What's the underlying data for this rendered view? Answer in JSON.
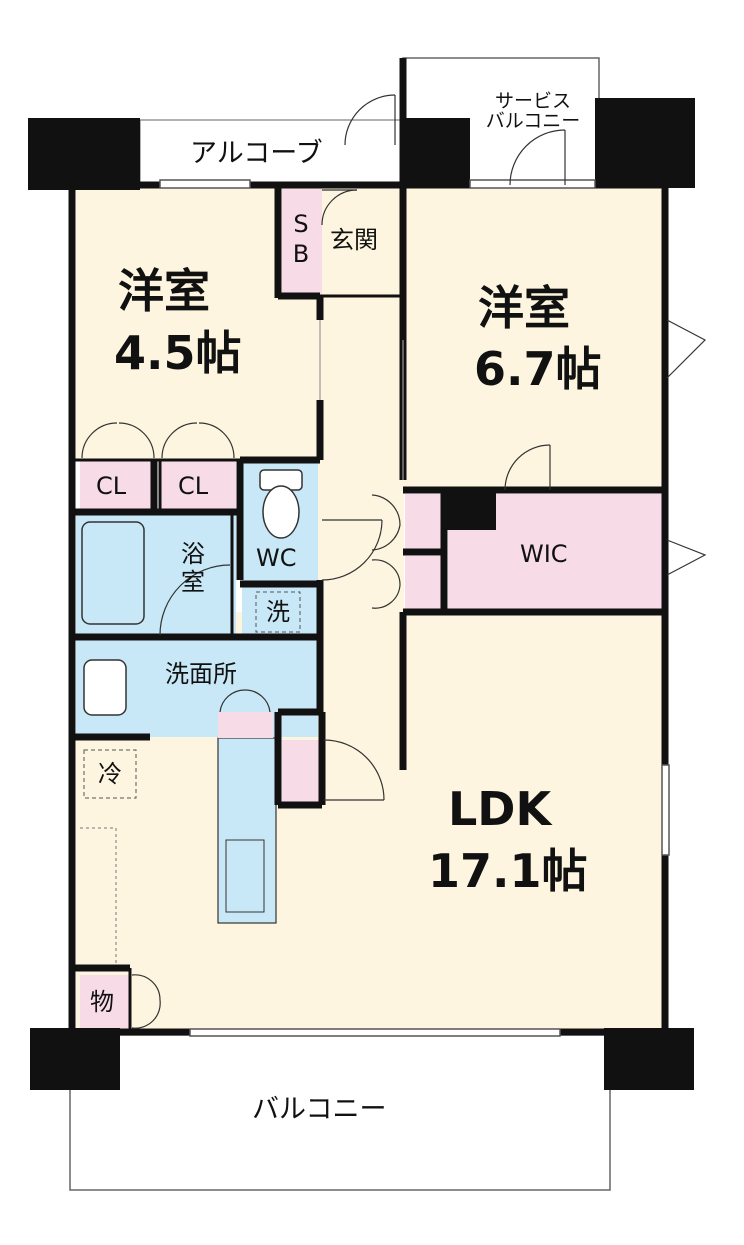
{
  "rooms": {
    "western_a": {
      "name": "洋室",
      "size": "4.5帖"
    },
    "western_b": {
      "name": "洋室",
      "size": "6.7帖"
    },
    "ldk": {
      "name": "LDK",
      "size": "17.1帖"
    }
  },
  "labels": {
    "alcove": "アルコーブ",
    "service_balcony_line1": "サービス",
    "service_balcony_line2": "バルコニー",
    "sb_s": "S",
    "sb_b": "B",
    "entrance": "玄関",
    "closet_1": "CL",
    "closet_2": "CL",
    "bath_1": "浴",
    "bath_2": "室",
    "wc": "WC",
    "laundry": "洗",
    "washroom": "洗面所",
    "walk_in_closet": "WIC",
    "fridge": "冷",
    "storage": "物",
    "balcony": "バルコニー"
  },
  "colors": {
    "room_floor": "#fdf5df",
    "wet_area": "#c9e8f7",
    "storage_fill": "#f7dbe6",
    "wall": "#111111"
  }
}
